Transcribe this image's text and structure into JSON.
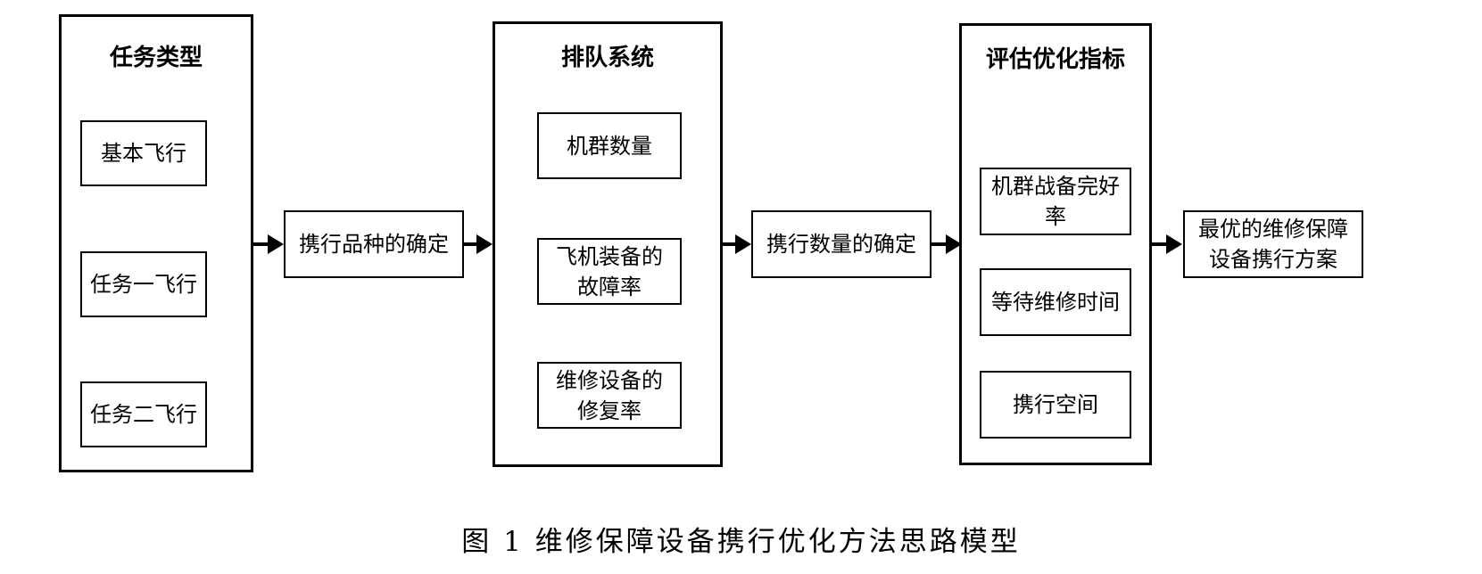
{
  "groups": {
    "task_types": {
      "title": "任务类型",
      "items": [
        "基本飞行",
        "任务一飞行",
        "任务二飞行"
      ]
    },
    "queue_system": {
      "title": "排队系统",
      "items": [
        "机群数量",
        "飞机装备的故障率",
        "维修设备的修复率"
      ]
    },
    "evaluation": {
      "title": "评估优化指标",
      "items": [
        "机群战备完好率",
        "等待维修时间",
        "携行空间"
      ]
    }
  },
  "steps": {
    "variety": "携行品种的确定",
    "quantity": "携行数量的确定",
    "result": "最优的维修保障设备携行方案"
  },
  "caption": "图 1 维修保障设备携行优化方法思路模型"
}
